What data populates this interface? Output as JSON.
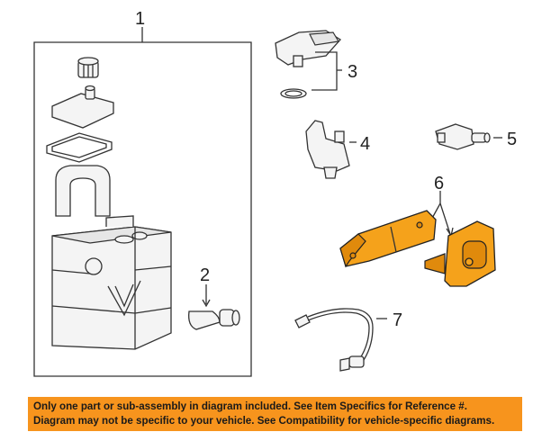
{
  "callouts": {
    "c1": "1",
    "c2": "2",
    "c3": "3",
    "c4": "4",
    "c5": "5",
    "c6": "6",
    "c7": "7"
  },
  "disclaimer": {
    "line1": "Only one part or sub-assembly in diagram included. See Item Specifics for Reference #.",
    "line2": "Diagram may not be specific to your vehicle. See Compatibility for vehicle-specific diagrams."
  },
  "colors": {
    "highlight": "#f5a21b",
    "banner": "#f7941d"
  }
}
